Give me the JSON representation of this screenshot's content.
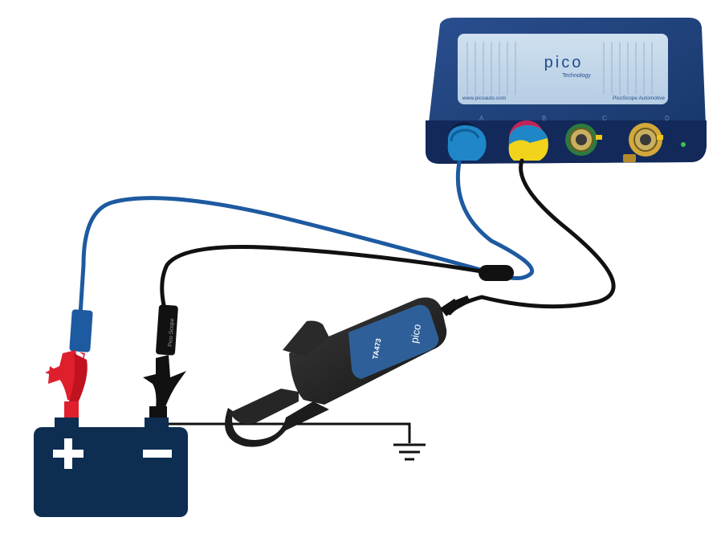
{
  "scope": {
    "brand": "pico",
    "brand_sub": "Technology",
    "website": "www.picoauto.com",
    "model": "PicoScope Automotive",
    "channels": [
      "A",
      "B",
      "C",
      "D"
    ]
  },
  "clamp": {
    "model": "TA473",
    "brand": "pico"
  },
  "clip": {
    "label": "Pico Scope"
  },
  "colors": {
    "scope_body": "#1f3f79",
    "battery": "#0d2d51",
    "blue_lead": "#1d5aa0",
    "black_lead": "#111111",
    "red_clip": "#e01f2d",
    "yellow_channel": "#f2d31b",
    "blue_channel": "#1f86c7"
  },
  "icons": {
    "battery_positive": "plus-icon",
    "battery_negative": "minus-icon",
    "ground": "ground-icon"
  }
}
